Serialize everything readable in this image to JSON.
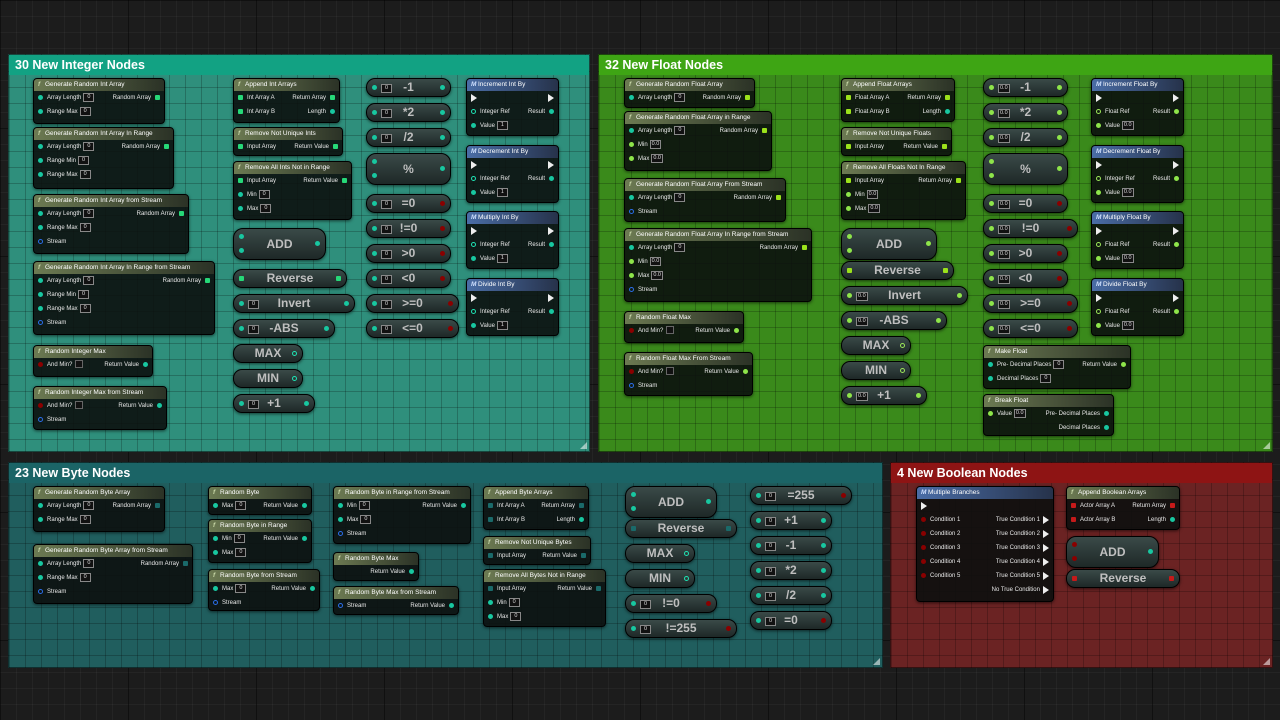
{
  "comments": {
    "int": "30 New Integer Nodes",
    "float": "32 New Float Nodes",
    "byte": "23 New Byte Nodes",
    "bool": "4 New Boolean Nodes"
  },
  "pins": {
    "array_length": "Array Length",
    "range_max": "Range Max",
    "range_min": "Range Min",
    "random_array": "Random Array",
    "stream": "Stream",
    "and_min": "And Min?",
    "return_value": "Return Value",
    "int_array_a": "Int Array A",
    "int_array_b": "Int Array B",
    "float_array_a": "Float Array A",
    "float_array_b": "Float Array B",
    "actor_array_a": "Actor Array A",
    "actor_array_b": "Actor Array B",
    "return_array": "Return Array",
    "length": "Length",
    "input_array": "Input Array",
    "min": "Min",
    "max": "Max",
    "integer_ref": "Integer Ref",
    "float_ref": "Float Ref",
    "value": "Value",
    "result": "Result",
    "pre_decimal": "Pre- Decimal Places",
    "decimal_places": "Decimal Places",
    "no_true": "No True Condition"
  },
  "values": {
    "zero": "0",
    "one": "1",
    "fzero": "0.0"
  },
  "int_nodes": {
    "gen_arr": "Generate Random Int Array",
    "gen_arr_range": "Generate Random Int Array In Range",
    "gen_arr_stream": "Generate Random Int Array from Stream",
    "gen_arr_range_stream": "Generate Random Int Array In Range from Stream",
    "rand_max": "Random Integer Max",
    "rand_max_stream": "Random Integer Max from Stream",
    "append": "Append Int Arrays",
    "remove_not_unique": "Remove Not Unique Ints",
    "remove_all_not_range": "Remove All Ints Not in Range",
    "increment": "Increment Int By",
    "decrement": "Decrement Int By",
    "multiply": "Multiply Int By",
    "divide": "Divide Int By"
  },
  "float_nodes": {
    "gen_arr": "Generate Random Float Array",
    "gen_arr_range": "Generate Random Float Array in Range",
    "gen_arr_stream": "Generate Random Float Array From Stream",
    "gen_arr_range_stream": "Generate Random Float Array In Range from Stream",
    "rand_max": "Random Float Max",
    "rand_max_stream": "Random Float Max From Stream",
    "append": "Append Float Arrays",
    "remove_not_unique": "Remove Not Unique Floats",
    "remove_all_not_range": "Remove All Floats Not In Range",
    "increment": "Increment Float By",
    "decrement": "Decrement Float By",
    "multiply": "Multiply Float By",
    "divide": "Divide Float By",
    "make": "Make Float",
    "break": "Break Float"
  },
  "byte_nodes": {
    "gen_arr": "Generate Random Byte Array",
    "gen_arr_stream": "Generate Random Byte Array from Stream",
    "rand": "Random Byte",
    "rand_range": "Random Byte in Range",
    "rand_stream": "Random Byte from Stream",
    "rand_range_stream": "Random Byte in Range from Stream",
    "rand_max": "Random Byte Max",
    "rand_max_stream": "Random Byte Max from Stream",
    "append": "Append Byte Arrays",
    "remove_not_unique": "Remove Not Unique Bytes",
    "remove_all_not_range": "Remove All Bytes Not in Range"
  },
  "bool_nodes": {
    "branches": "Multiple Branches",
    "append": "Append Boolean Arrays",
    "conditions": [
      "Condition 1",
      "Condition 2",
      "Condition 3",
      "Condition 4",
      "Condition 5"
    ],
    "true_conditions": [
      "True Condition 1",
      "True Condition 2",
      "True Condition 3",
      "True Condition 4",
      "True Condition 5"
    ]
  },
  "ops": {
    "minus1": "-1",
    "plus2": "*2",
    "div2": "/2",
    "percent": "%",
    "eq0": "=0",
    "neq0": "!=0",
    "gt0": ">0",
    "lt0": "<0",
    "gte0": ">=0",
    "lte0": "<=0",
    "add": "ADD",
    "reverse": "Reverse",
    "invert": "Invert",
    "abs": "-ABS",
    "max": "MAX",
    "min": "MIN",
    "plus1": "+1",
    "eq255": "=255",
    "neq255": "!=255"
  },
  "colors": {
    "int_header": "#12a283",
    "float_header": "#3ea514",
    "byte_header": "#1b6466",
    "bool_header": "#8e1414",
    "int_pin": "#18c7a0",
    "float_pin": "#8ee54a",
    "stream_pin": "#2a6eea",
    "bool_pin": "#8a0000"
  }
}
